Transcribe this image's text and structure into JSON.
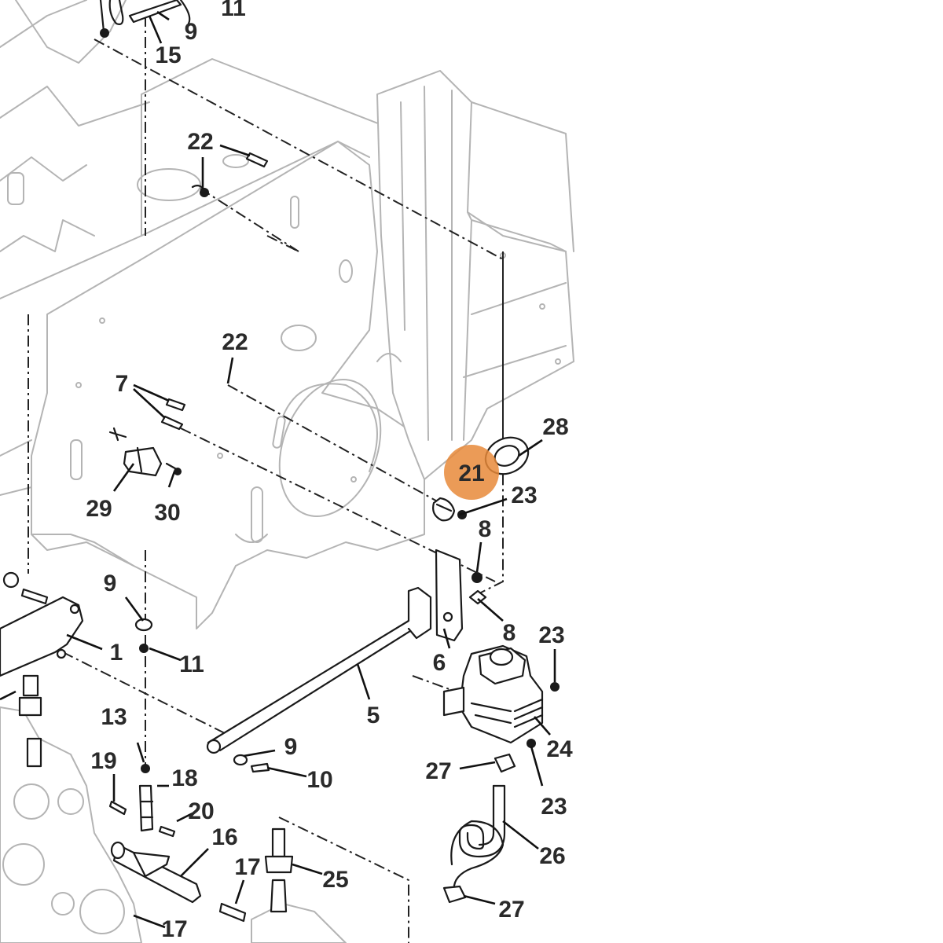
{
  "diagram": {
    "highlight": {
      "label": "21",
      "color": "#e8893a"
    },
    "callouts": [
      "11",
      "9",
      "15",
      "22",
      "22",
      "7",
      "29",
      "30",
      "28",
      "23",
      "8",
      "8",
      "6",
      "23",
      "9",
      "1",
      "11",
      "5",
      "24",
      "9",
      "10",
      "13",
      "18",
      "19",
      "20",
      "16",
      "17",
      "17",
      "27",
      "23",
      "26",
      "27",
      "25"
    ]
  }
}
